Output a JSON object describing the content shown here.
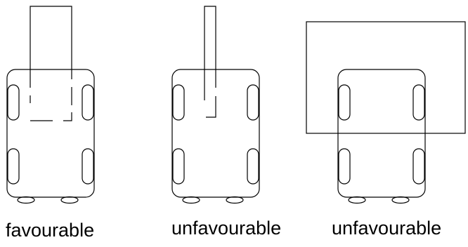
{
  "figures": [
    {
      "caption": "favourable"
    },
    {
      "caption": "unfavourable"
    },
    {
      "caption": "unfavourable"
    }
  ],
  "colors": {
    "stroke": "#000000",
    "background": "#ffffff"
  }
}
